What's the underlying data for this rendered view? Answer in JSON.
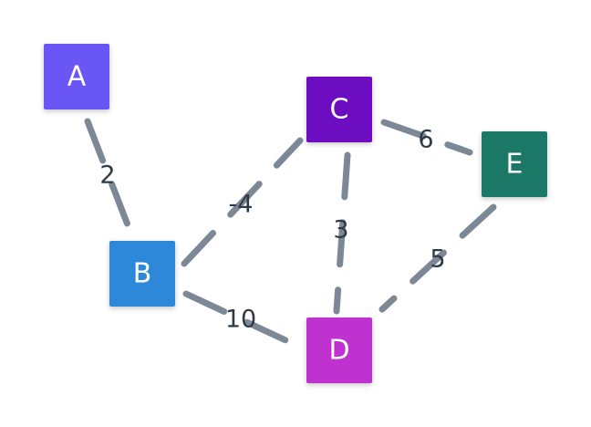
{
  "graph": {
    "nodes": [
      {
        "id": "A",
        "label": "A",
        "color": "#6a57f5"
      },
      {
        "id": "B",
        "label": "B",
        "color": "#2e88d9"
      },
      {
        "id": "C",
        "label": "C",
        "color": "#6c10c1"
      },
      {
        "id": "D",
        "label": "D",
        "color": "#c032cf"
      },
      {
        "id": "E",
        "label": "E",
        "color": "#1f7866"
      }
    ],
    "edges": [
      {
        "from": "A",
        "to": "B",
        "weight": "2"
      },
      {
        "from": "B",
        "to": "C",
        "weight": "-4"
      },
      {
        "from": "B",
        "to": "D",
        "weight": "10"
      },
      {
        "from": "C",
        "to": "D",
        "weight": "3"
      },
      {
        "from": "C",
        "to": "E",
        "weight": "6"
      },
      {
        "from": "E",
        "to": "D",
        "weight": "5"
      }
    ]
  }
}
